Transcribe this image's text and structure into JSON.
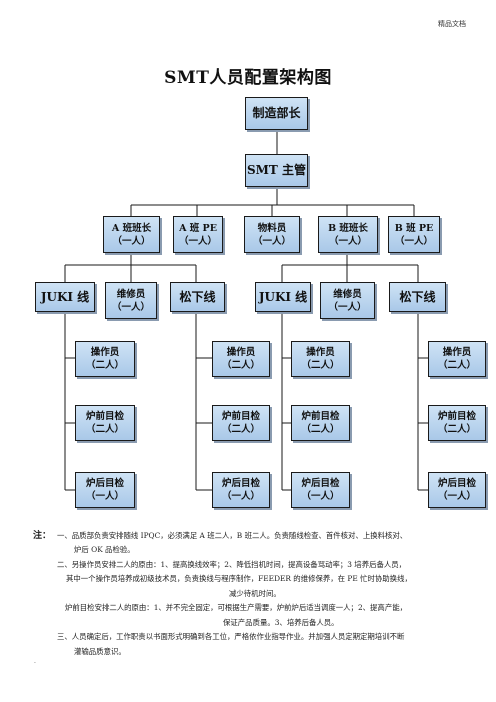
{
  "header_text": "精品文档",
  "title": "SMT人员配置架构图",
  "nodes": {
    "director": {
      "l1": "制造部长"
    },
    "supervisor": {
      "l1": "SMT 主管"
    },
    "a_leader": {
      "l1": "A 班班长",
      "l2": "（一人）"
    },
    "a_pe": {
      "l1": "A 班 PE",
      "l2": "（一人）"
    },
    "material": {
      "l1": "物料员",
      "l2": "（一人）"
    },
    "b_leader": {
      "l1": "B 班班长",
      "l2": "（一人）"
    },
    "b_pe": {
      "l1": "B 班 PE",
      "l2": "（一人）"
    },
    "juki1": {
      "l1": "JUKI 线"
    },
    "repair1": {
      "l1": "维修员",
      "l2": "（一人）"
    },
    "matsushita1": {
      "l1": "松下线"
    },
    "juki2": {
      "l1": "JUKI 线"
    },
    "repair2": {
      "l1": "维修员",
      "l2": "（一人）"
    },
    "matsushita2": {
      "l1": "松下线"
    },
    "op1": {
      "l1": "操作员",
      "l2": "（二人）"
    },
    "op2": {
      "l1": "操作员",
      "l2": "（二人）"
    },
    "op3": {
      "l1": "操作员",
      "l2": "（二人）"
    },
    "op4": {
      "l1": "操作员",
      "l2": "（二人）"
    },
    "pre1": {
      "l1": "炉前目检",
      "l2": "（二人）"
    },
    "pre2": {
      "l1": "炉前目检",
      "l2": "（二人）"
    },
    "pre3": {
      "l1": "炉前目检",
      "l2": "（二人）"
    },
    "pre4": {
      "l1": "炉前目检",
      "l2": "（二人）"
    },
    "post1": {
      "l1": "炉后目检",
      "l2": "（一人）"
    },
    "post2": {
      "l1": "炉后目检",
      "l2": "（一人）"
    },
    "post3": {
      "l1": "炉后目检",
      "l2": "（一人）"
    },
    "post4": {
      "l1": "炉后目检",
      "l2": "（一人）"
    }
  },
  "notes": {
    "label": "注：",
    "line1": "一、品质部负责安排随线 IPQC，必须满足 A 班二人，B 班二人。负责随线检查、首件核对、上换料核对、",
    "line2": "炉后 OK 品检验。",
    "line3": "二、另操作员安排二人的原由：1、提高换线效率；2、降低挡机时间，提高设备骂动率；3 培养后备人员，",
    "line4": "其中一个操作员培养成初级技术员，负责换线与程序制作，FEEDER 的维修保养，在 PE 忙时协助换线，",
    "line5": "减少待机时间。",
    "line6": "炉前目检安排二人的原由：1、并不完全固定，可根据生产需要，炉前炉后适当调度一人；2、提高产能，",
    "line7": "保证产品质量。3、培养后备人员。",
    "line8": "三、人员确定后，工作职责以书面形式明确到各工位，严格依作业指导作业。并加强人员定期定期培训不断",
    "line9": "灌输品质意识。"
  },
  "footer_dot": "."
}
